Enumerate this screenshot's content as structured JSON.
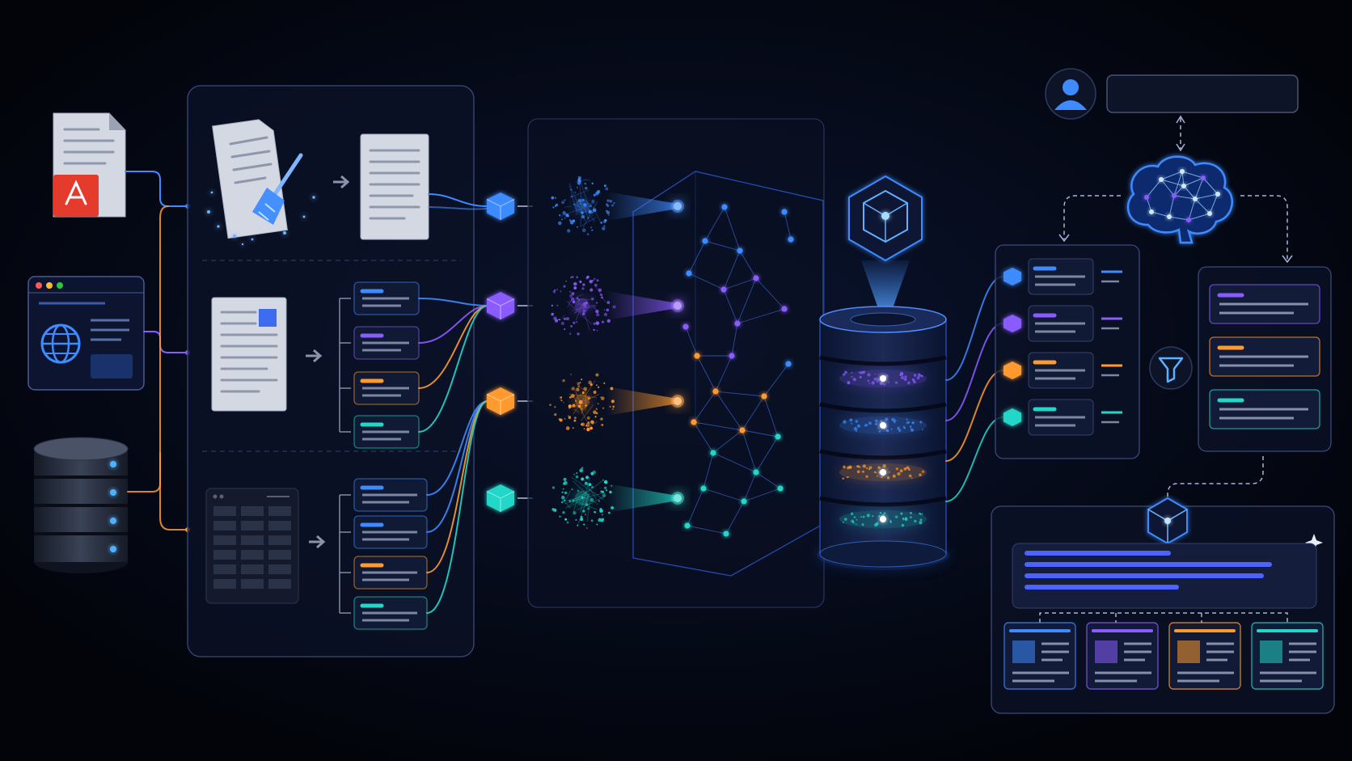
{
  "query_bar": {
    "text": ""
  },
  "colors": {
    "blue": "#3e8bff",
    "purple": "#8a5cff",
    "orange": "#ff9a2e",
    "teal": "#22d6c8",
    "pdf_red": "#e43b2c",
    "background": "#03050c"
  },
  "icons": {
    "pdf": "pdf-document-icon",
    "web": "globe-icon",
    "database": "database-icon",
    "clean": "broom-icon",
    "embedding": "cube-icon",
    "vector_db": "vector-database-icon",
    "user": "user-icon",
    "llm": "brain-icon",
    "filter": "funnel-icon",
    "sparkle": "sparkle-icon"
  },
  "chunk_groups": [
    {
      "stage": "cleaned-text",
      "chunks": [
        "blue"
      ]
    },
    {
      "stage": "document-chunks",
      "chunks": [
        "blue",
        "purple",
        "orange",
        "teal"
      ]
    },
    {
      "stage": "table-chunks",
      "chunks": [
        "blue",
        "blue",
        "orange",
        "teal"
      ]
    }
  ],
  "embeddings": [
    "blue",
    "purple",
    "orange",
    "teal"
  ],
  "db_layers": [
    "purple",
    "blue",
    "orange",
    "teal"
  ],
  "retrieved": [
    "blue",
    "purple",
    "orange",
    "teal"
  ],
  "reranked": [
    "purple",
    "orange",
    "teal"
  ],
  "answer_sources": [
    "blue",
    "purple",
    "orange",
    "teal"
  ]
}
